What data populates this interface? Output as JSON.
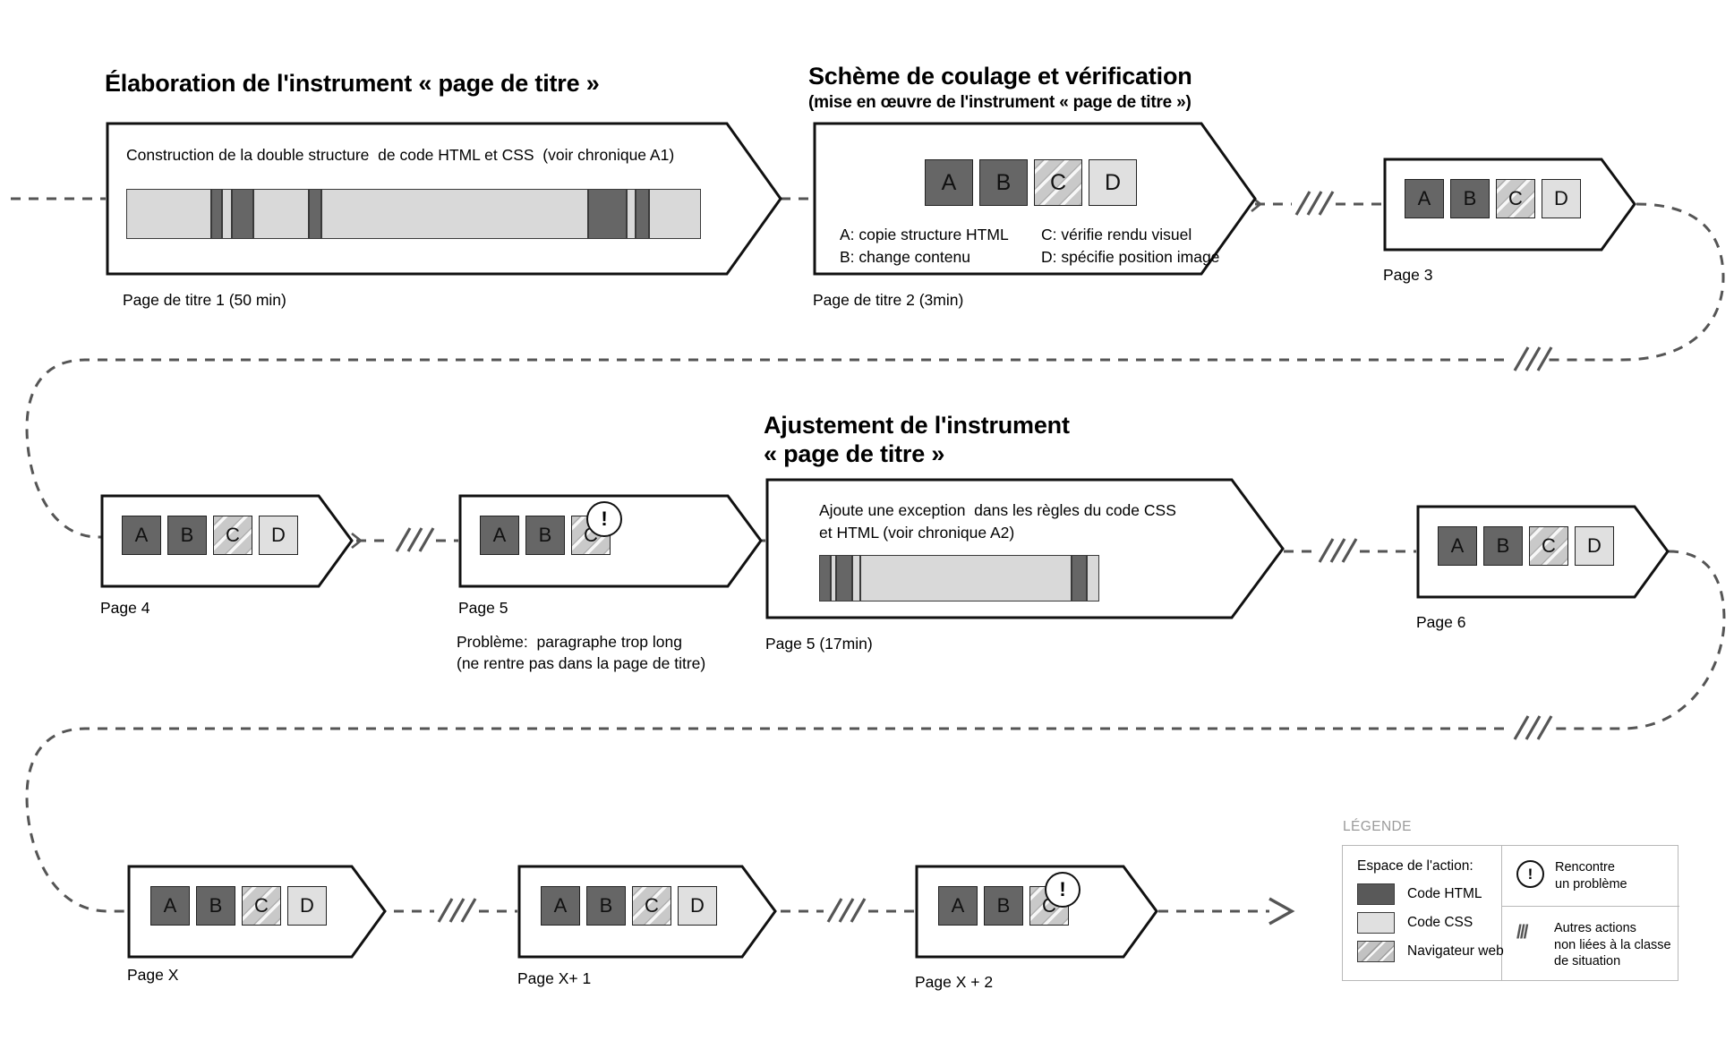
{
  "headings": {
    "elaboration": "Élaboration de l'instrument « page de titre »",
    "scheme_line1": "Schème de coulage et vérification",
    "scheme_line2": "(mise en œuvre de l'instrument « page de titre »)",
    "ajustement_line1": "Ajustement de l'instrument",
    "ajustement_line2": "« page de titre »"
  },
  "nodes": {
    "page_titre_1": {
      "body": "Construction de la double structure  de code HTML et CSS  (voir chronique A1)",
      "caption": "Page de titre 1 (50 min)"
    },
    "page_titre_2": {
      "caption": "Page de titre 2 (3min)",
      "squares": [
        "A",
        "B",
        "C",
        "D"
      ],
      "key_left": "A: copie structure HTML\nB: change contenu",
      "key_right": "C: vérifie rendu visuel\nD: spécifie position image"
    },
    "page_3": {
      "caption": "Page 3",
      "squares": [
        "A",
        "B",
        "C",
        "D"
      ]
    },
    "page_4": {
      "caption": "Page 4",
      "squares": [
        "A",
        "B",
        "C",
        "D"
      ]
    },
    "page_5": {
      "caption": "Page 5",
      "squares": [
        "A",
        "B",
        "C"
      ],
      "warning": "!",
      "problem": "Problème:  paragraphe trop long\n(ne rentre pas dans la page de titre)"
    },
    "page_5_17min": {
      "body": "Ajoute une exception  dans les règles du code CSS\net HTML (voir chronique A2)",
      "caption": "Page 5 (17min)"
    },
    "page_6": {
      "caption": "Page 6",
      "squares": [
        "A",
        "B",
        "C",
        "D"
      ]
    },
    "page_x": {
      "caption": "Page X",
      "squares": [
        "A",
        "B",
        "C",
        "D"
      ]
    },
    "page_x1": {
      "caption": "Page X+ 1",
      "squares": [
        "A",
        "B",
        "C",
        "D"
      ]
    },
    "page_x2": {
      "caption": "Page X + 2",
      "squares": [
        "A",
        "B",
        "C"
      ],
      "warning": "!"
    }
  },
  "legend": {
    "title": "LÉGENDE",
    "action_space_header": "Espace de l'action:",
    "items": [
      {
        "label": "Code HTML",
        "kind": "html"
      },
      {
        "label": "Code CSS",
        "kind": "css"
      },
      {
        "label": "Navigateur web",
        "kind": "web"
      }
    ],
    "warning_icon": "!",
    "warning_text": "Rencontre\nun problème",
    "slash_icon": "///",
    "slash_text": "Autres actions\nnon liées à la classe\nde situation"
  },
  "connector_marks": {
    "slash": "///"
  },
  "colors": {
    "code_html": "#666666",
    "code_css": "#d9d9d9",
    "navigateur_web": "#c9c9c9",
    "outline": "#111111",
    "connector": "#555555",
    "legend_border": "#b8b8b8",
    "legend_title": "#9a9a9a"
  }
}
